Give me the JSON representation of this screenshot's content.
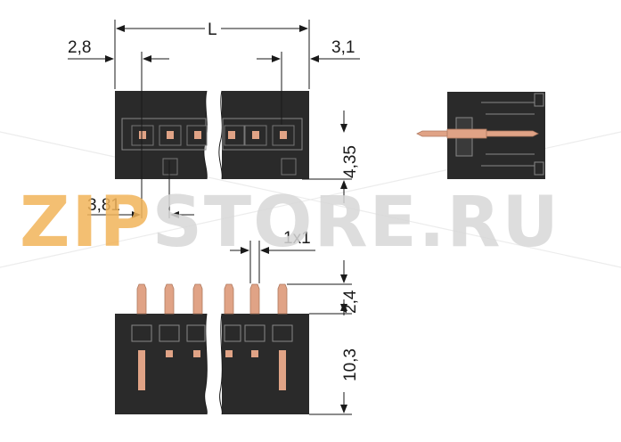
{
  "colors": {
    "housing": "#2a2a2a",
    "pin": "#e0a386",
    "line": "#1a1a1a",
    "watermark_zip": "#f2b45a",
    "watermark_rest": "#d8d8d8"
  },
  "dimensions": {
    "total_length": "L",
    "left_offset": "2,8",
    "right_offset": "3,1",
    "pitch": "3,81",
    "pin_section": "1x1",
    "front_height": "4,35",
    "pin_length": "2,4",
    "housing_height": "10,3"
  },
  "watermark": {
    "brand_highlight": "ZIP",
    "brand_rest": "STORE.RU"
  }
}
